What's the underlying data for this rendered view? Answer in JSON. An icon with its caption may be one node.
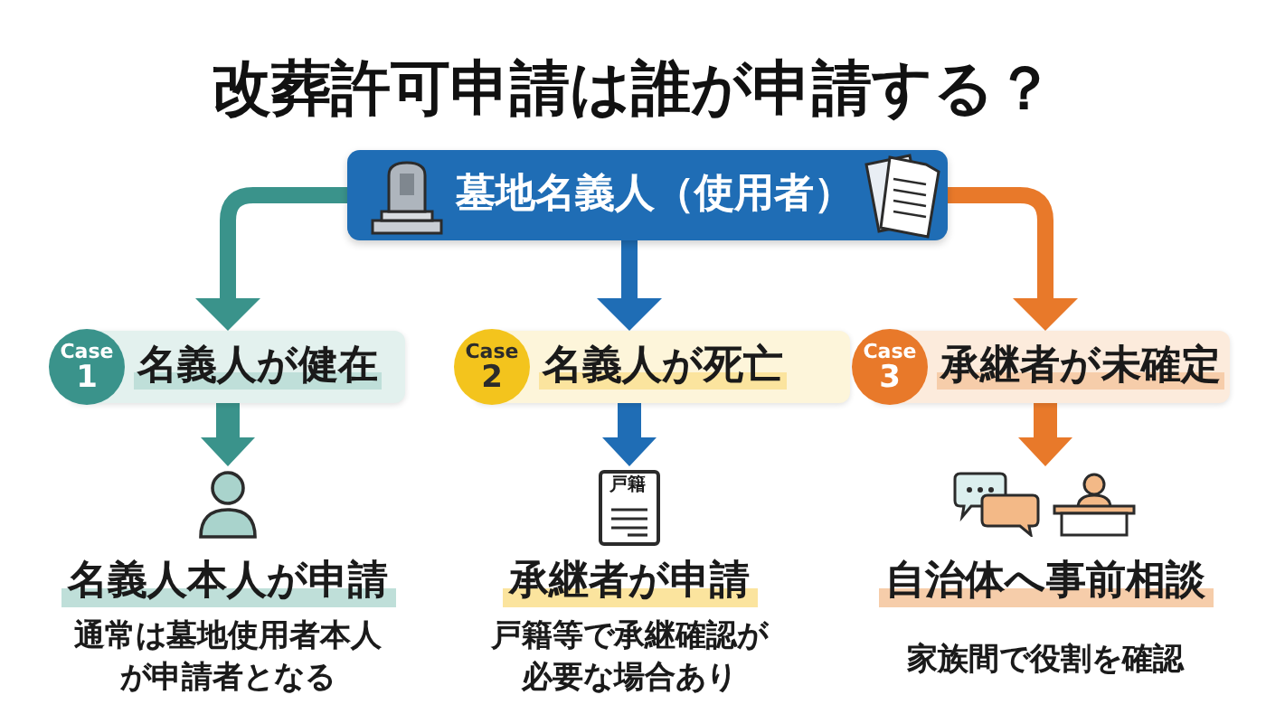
{
  "diagram": {
    "title": "改葬許可申請は誰が申請する？",
    "nodes": [
      {
        "text": [
          "墓地名義人（使用者）"
        ]
      },
      {
        "text": [
          "Case 1",
          "名義人が健在"
        ]
      },
      {
        "text": [
          "名義人本人が申請",
          "通常は墓地使用者本人が申請者となる"
        ]
      },
      {
        "text": [
          "Case 2",
          "名義人が死亡"
        ]
      },
      {
        "text": [
          "承継者が申請",
          "戸籍等で承継確認が必要な場合あり"
        ]
      },
      {
        "text": [
          "Case 3",
          "承継者が未確定"
        ]
      },
      {
        "text": [
          "自治体へ事前相談",
          "家族間で役割を確認"
        ]
      }
    ],
    "edges": [
      {
        "from": 0,
        "to": 1,
        "arrow": "to",
        "color": "#3a938b"
      },
      {
        "from": 0,
        "to": 3,
        "arrow": "to",
        "color": "#1f6db5"
      },
      {
        "from": 0,
        "to": 5,
        "arrow": "to",
        "color": "#e8792a"
      },
      {
        "from": 1,
        "to": 2,
        "arrow": "to",
        "color": "#3a938b"
      },
      {
        "from": 3,
        "to": 4,
        "arrow": "to",
        "color": "#1f6db5"
      },
      {
        "from": 5,
        "to": 6,
        "arrow": "to",
        "color": "#e8792a"
      }
    ],
    "labels": [
      "戸籍"
    ]
  }
}
